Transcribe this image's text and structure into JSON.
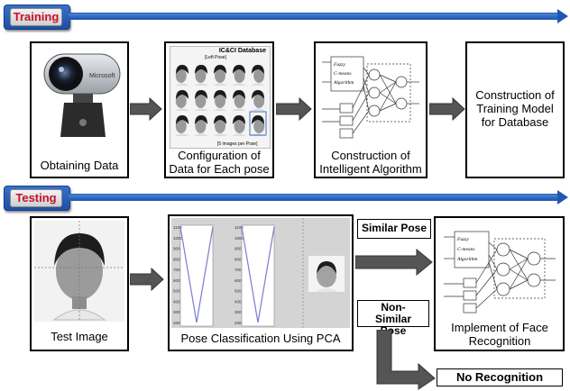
{
  "training": {
    "label": "Training",
    "steps": [
      {
        "caption": "Obtaining Data"
      },
      {
        "caption": "Configuration of Data for Each pose",
        "db_title": "IC&CI Database",
        "db_top": "[Left Pose]",
        "db_bottom": "[5 images per Pose]"
      },
      {
        "caption": "Construction of Intelligent Algorithm"
      },
      {
        "caption": "Construction of Training Model for Database"
      }
    ],
    "algo_text": [
      "Fuzzy",
      "C-means",
      "Algorithm"
    ]
  },
  "testing": {
    "label": "Testing",
    "test_caption": "Test Image",
    "pca_caption": "Pose Classification Using PCA",
    "pca_yticks": [
      "1100",
      "1000",
      "900",
      "800",
      "700",
      "600",
      "500",
      "400",
      "300",
      "200"
    ],
    "similar_label": "Similar Pose",
    "nonsimilar_label": "Non-Similar Pose",
    "face_caption": "Implement of Face Recognition",
    "no_recog_label": "No Recognition"
  },
  "colors": {
    "banner": "#1d4fa3",
    "banner_label_text": "#c8102e",
    "arrow": "#555555"
  }
}
